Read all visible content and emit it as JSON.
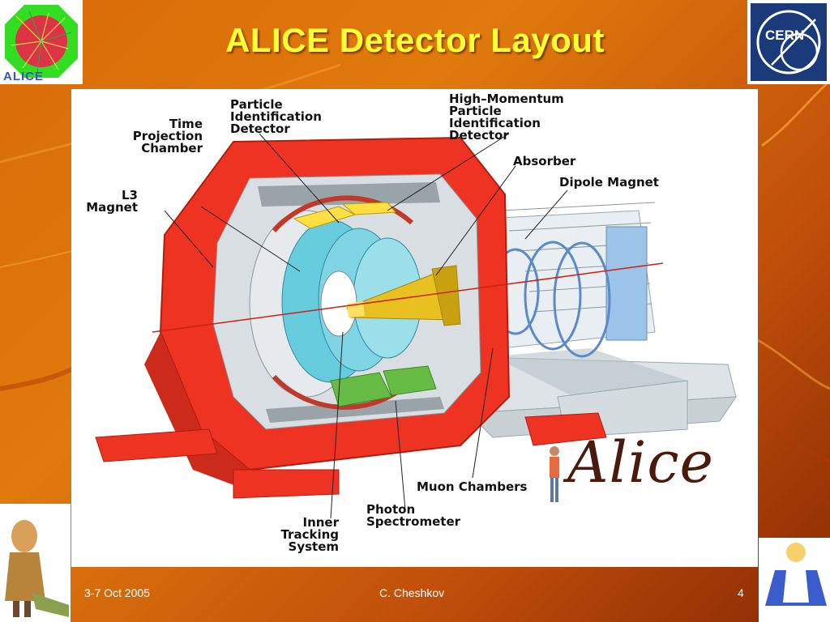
{
  "slide": {
    "title": "ALICE Detector Layout",
    "footer": {
      "date": "3-7 Oct 2005",
      "author": "C. Cheshkov",
      "page": "4"
    }
  },
  "logos": {
    "left": {
      "name": "alice-experiment-logo",
      "text": "ALICE"
    },
    "right": {
      "name": "cern-logo",
      "text": "CERN"
    }
  },
  "diagram": {
    "labels": {
      "time_projection_chamber": "Time\nProjection\nChamber",
      "particle_identification_detector": "Particle\nIdentification\nDetector",
      "hmpid": "High–Momentum\nParticle\nIdentification\nDetector",
      "absorber": "Absorber",
      "dipole_magnet": "Dipole Magnet",
      "l3_magnet": "L3\nMagnet",
      "muon_chambers": "Muon Chambers",
      "photon_spectrometer": "Photon\nSpectrometer",
      "inner_tracking_system": "Inner\nTracking\nSystem"
    },
    "wordmark": "Alice"
  },
  "colors": {
    "title": "#ffff33",
    "magnet_red": "#ee3322",
    "tpc_cyan": "#66ccdd",
    "absorber_yellow": "#e8c020",
    "spectrometer_green": "#66bb44"
  }
}
